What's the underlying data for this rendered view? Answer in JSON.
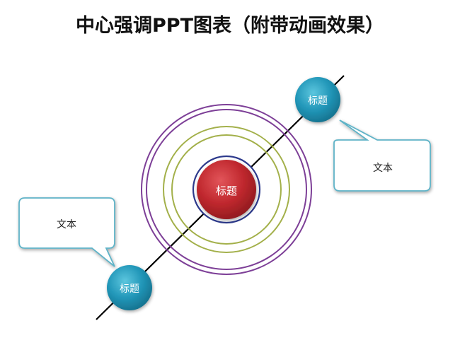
{
  "slide": {
    "title": "中心强调PPT图表（附带动画效果）"
  },
  "diagram": {
    "center_node": {
      "label": "标题",
      "color": "#b3262b"
    },
    "satellite_nodes": [
      {
        "id": "top-right",
        "label": "标题",
        "color": "#1e8fb0"
      },
      {
        "id": "bottom-left",
        "label": "标题",
        "color": "#1e8fb0"
      }
    ],
    "callouts": [
      {
        "id": "right",
        "text": "文本"
      },
      {
        "id": "left",
        "text": "文本"
      }
    ],
    "colors": {
      "outer_ring": "#7d3f97",
      "middle_rings": "#a3b04a",
      "inner_ring": "#2d3a8c",
      "axis_line": "#000000",
      "callout_border": "#5fb3c7"
    }
  }
}
